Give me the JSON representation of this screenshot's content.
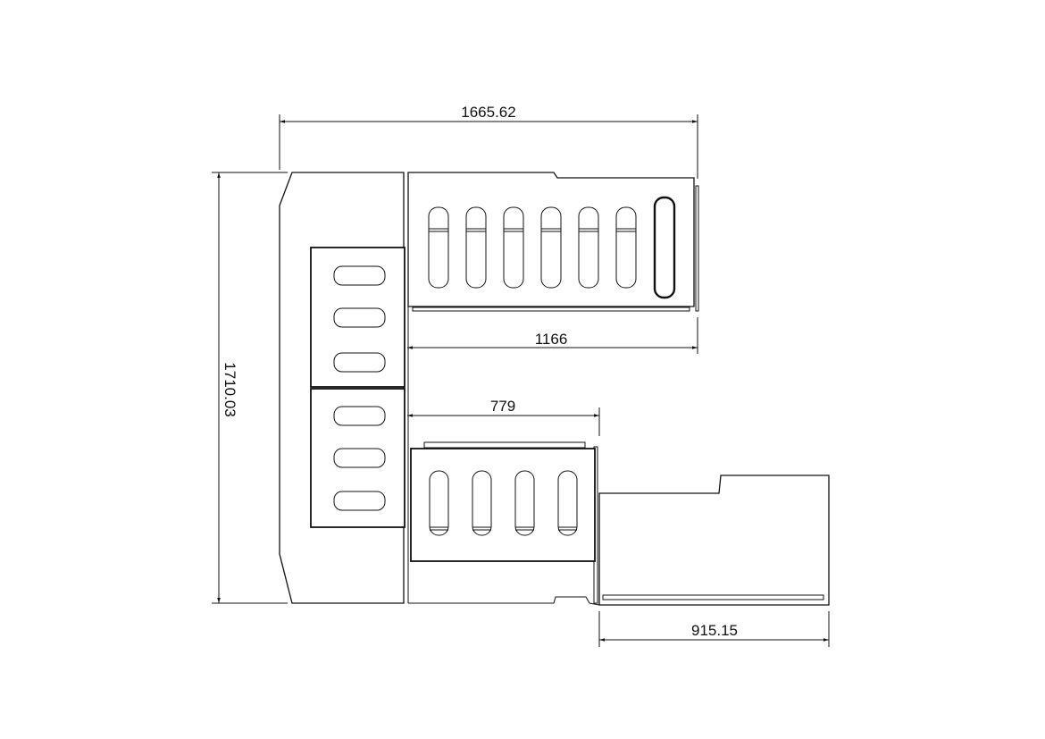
{
  "drawing": {
    "dimensions": {
      "overall_width": "1665.62",
      "overall_height": "1710.03",
      "upper_tray_length": "1166",
      "lower_tray_length": "779",
      "side_tray_length": "915.15"
    },
    "upper_tray_slot_count": 6,
    "lower_tray_slot_count": 4,
    "panel_slot_count": 3
  }
}
